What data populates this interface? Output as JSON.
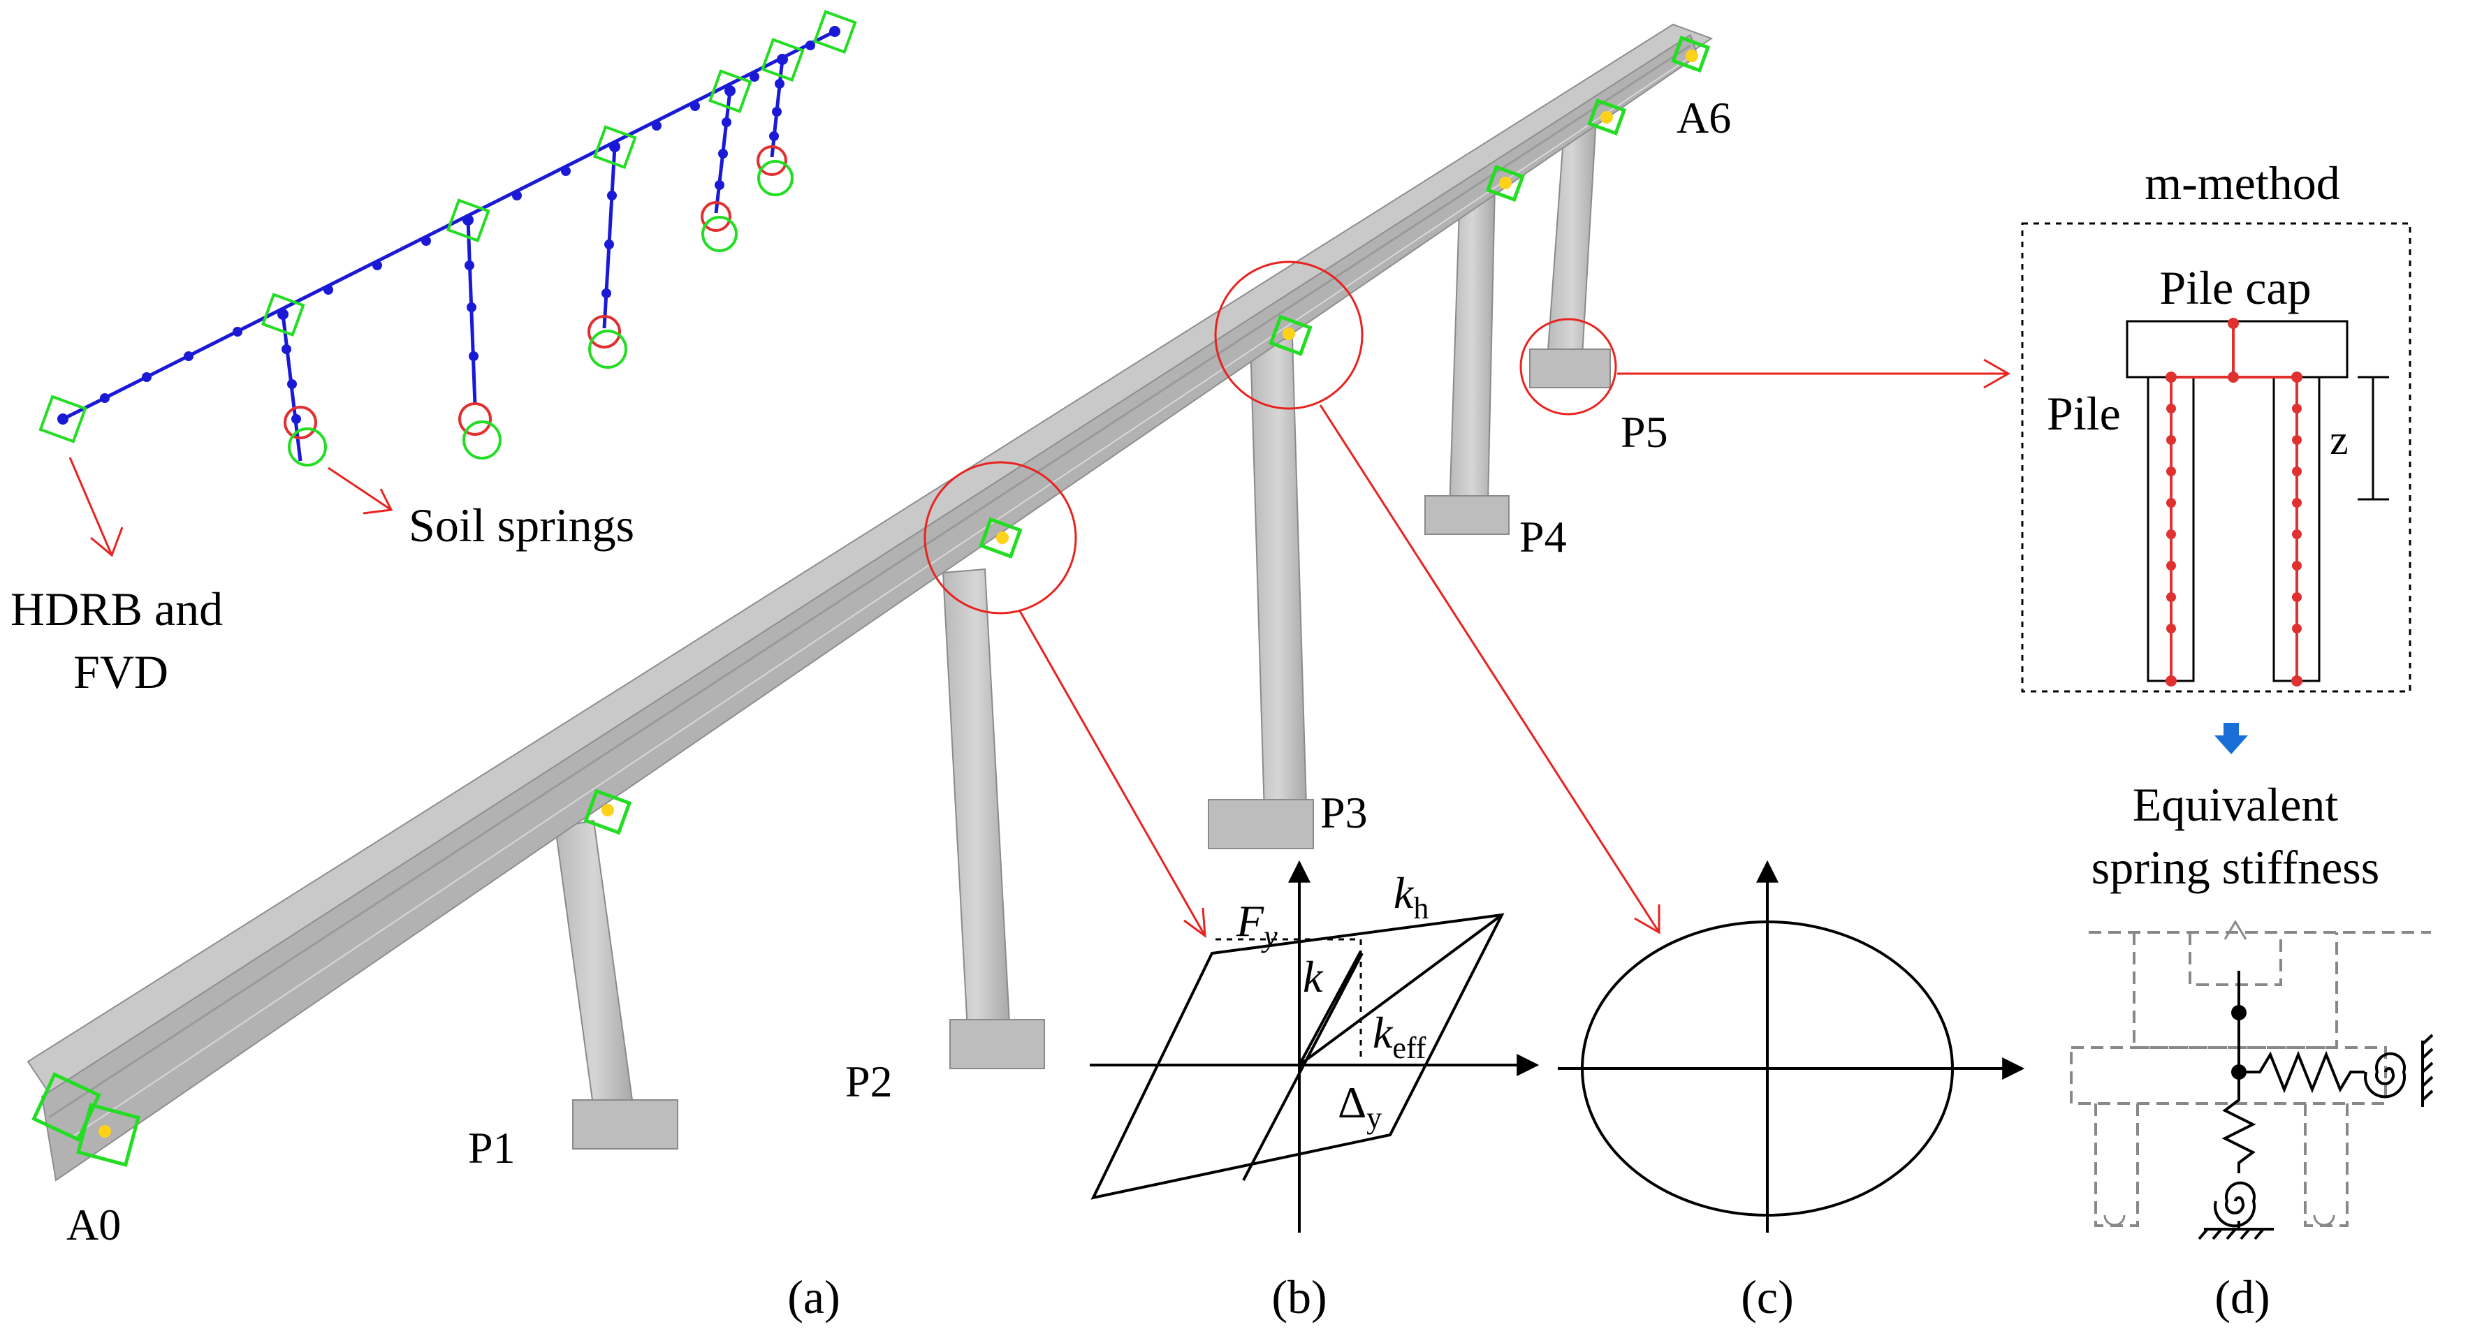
{
  "labels": {
    "soil_springs": "Soil springs",
    "hdrb_line1": "HDRB and",
    "hdrb_line2": "FVD",
    "a0": "A0",
    "a6": "A6",
    "p1": "P1",
    "p2": "P2",
    "p3": "P3",
    "p4": "P4",
    "p5": "P5",
    "panel_a": "(a)",
    "panel_b": "(b)",
    "panel_c": "(c)",
    "panel_d": "(d)"
  },
  "hysteresis": {
    "fy": "F",
    "fy_sub": "y",
    "kh": "k",
    "kh_sub": "h",
    "k": "k",
    "keff": "k",
    "keff_sub": "eff",
    "dy": "Δ",
    "dy_sub": "y"
  },
  "m_method": {
    "title": "m-method",
    "pile_cap": "Pile cap",
    "pile": "Pile",
    "z": "z",
    "equiv_line1": "Equivalent",
    "equiv_line2": "spring stiffness"
  },
  "colors": {
    "wire": "#1a1ad6",
    "spring_green": "#22dd22",
    "spring_red": "#e03030",
    "callout": "#e8231f",
    "concrete": "#c8c8c8",
    "arrow_blue": "#1a6fd6"
  }
}
